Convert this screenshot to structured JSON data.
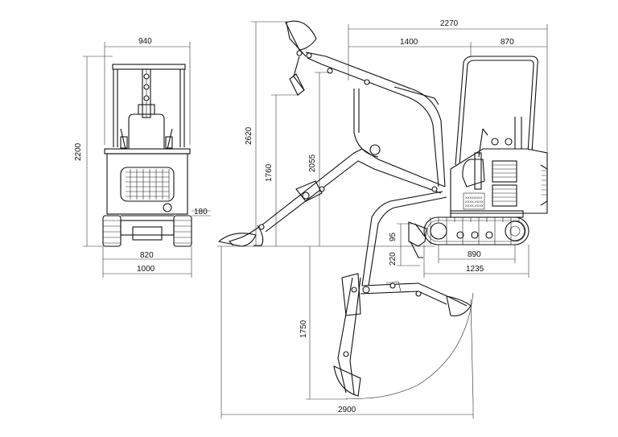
{
  "diagram": {
    "front_view": {
      "dims": {
        "top_width": "940",
        "height": "2200",
        "track_offset": "180",
        "track_inner": "820",
        "overall_width": "1000"
      }
    },
    "side_view": {
      "dims": {
        "overall_length": "2270",
        "front_length": "1400",
        "rear_length": "870",
        "max_dig_height": "2620",
        "max_dump_height": "2055",
        "reach_height": "1760",
        "blade_lift": "95",
        "blade_depth": "220",
        "track_length": "890",
        "track_total": "1235",
        "dig_depth": "1750",
        "max_reach": "2900"
      },
      "decal_text": [
        "XXXXXXXX",
        "XXXX-XXXX",
        "XXXX-XXXX"
      ]
    }
  },
  "colors": {
    "line": "#111111",
    "background": "#ffffff"
  }
}
